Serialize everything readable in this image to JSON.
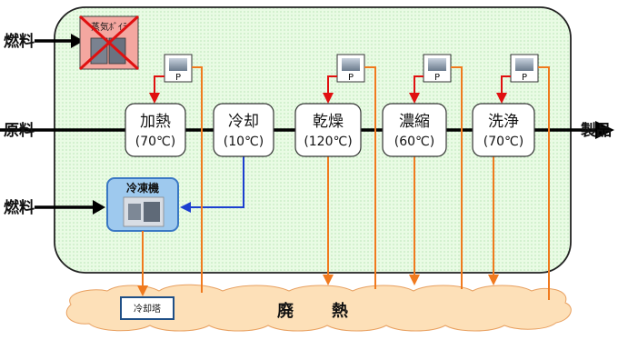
{
  "inputs": {
    "fuel_top": "燃料",
    "raw_material": "原料",
    "fuel_bottom": "燃料"
  },
  "output": {
    "product": "製品"
  },
  "boiler": {
    "label": "蒸気ﾎﾞｲﾗ"
  },
  "chiller": {
    "label": "冷凍機"
  },
  "cooling_tower": {
    "label": "冷却塔"
  },
  "pump_label": "P",
  "processes": [
    {
      "name": "加熱",
      "temp": "(70℃)"
    },
    {
      "name": "冷却",
      "temp": "(10℃)"
    },
    {
      "name": "乾燥",
      "temp": "(120℃)"
    },
    {
      "name": "濃縮",
      "temp": "(60℃)"
    },
    {
      "name": "洗浄",
      "temp": "(70℃)"
    }
  ],
  "waste_heat": {
    "label": "廃　　熱"
  },
  "colors": {
    "panel_fill": "#e8fbe3",
    "orange": "#f07a1e",
    "red": "#e01010",
    "blue": "#1c3fd0",
    "chiller_fill": "#9ec9ee",
    "cloud_fill": "#fde0b8"
  }
}
